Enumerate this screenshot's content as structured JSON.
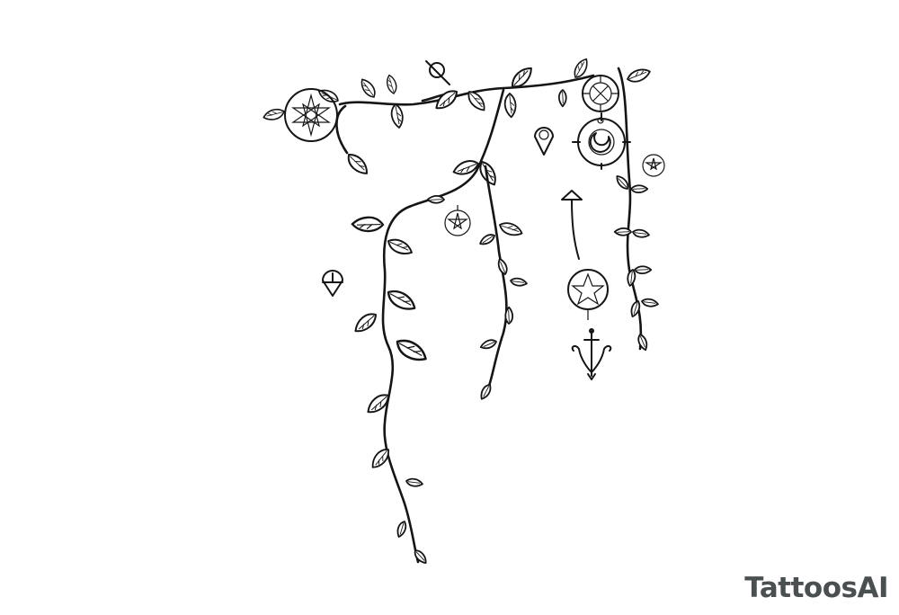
{
  "image": {
    "description": "Line-art tattoo design of hanging leafy vines with occult/esoteric symbols",
    "background_color": "#ffffff",
    "ink_color": "#151515"
  },
  "elements": {
    "vines": [
      "top-horizontal-branch",
      "left-long-hanging-vine",
      "middle-hanging-vine",
      "right-hanging-vine"
    ],
    "symbols": [
      "heptagram-circle-left",
      "circle-with-line-top",
      "teardrop-pin-top",
      "wheel-sigil-top-right",
      "crescent-moon-wheel",
      "small-star-circle-right",
      "small-star-circle-middle",
      "teardrop-pin-left",
      "arrow-up-triangle",
      "heptagram-circle-lower",
      "cross-crescent-sigil"
    ]
  },
  "watermark": {
    "text": "TattoosAI",
    "color": "#4a4f52"
  }
}
